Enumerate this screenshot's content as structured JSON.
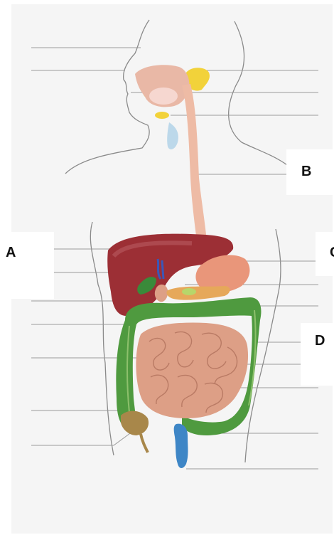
{
  "labels": {
    "a": "A",
    "b": "B",
    "c": "C",
    "d": "D"
  },
  "colors": {
    "background": "#f5f5f5",
    "outline": "#8a8a8a",
    "leader_line": "#9a9a9a",
    "mouth_pharynx": "#e9b8a6",
    "salivary_gland": "#f2d23a",
    "esophagus": "#eebba5",
    "liver": "#9c2f35",
    "stomach": "#e9967a",
    "gallbladder": "#3a8a3a",
    "pancreas": "#e6a85a",
    "large_intestine": "#4f9a3f",
    "small_intestine": "#dd9f86",
    "rectum": "#3e86c6"
  }
}
